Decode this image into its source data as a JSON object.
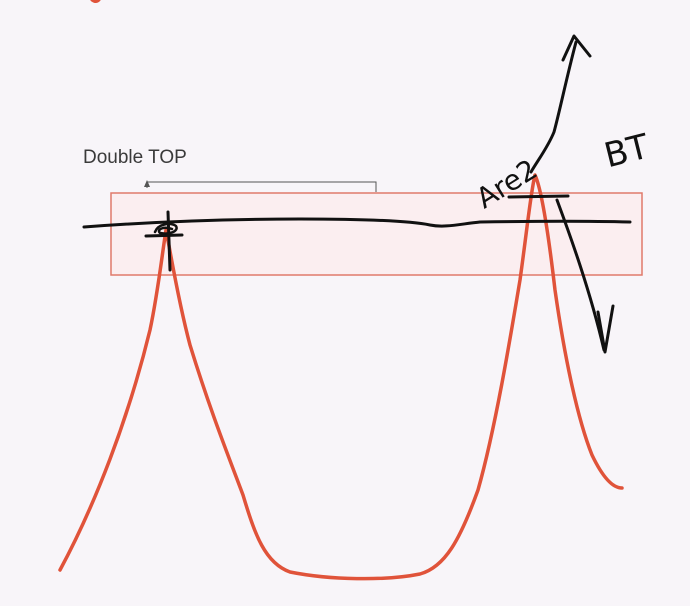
{
  "annotations": {
    "double_top_label": "Double TOP",
    "are2_label": "Are2",
    "bt_label": "BT"
  },
  "colors": {
    "background": "#f8f5f9",
    "price_line": "#e0533a",
    "ink": "#111111",
    "zone_border": "#e07a6a",
    "zone_fill": "#fbeef0",
    "label_text": "#3a3a3a"
  }
}
